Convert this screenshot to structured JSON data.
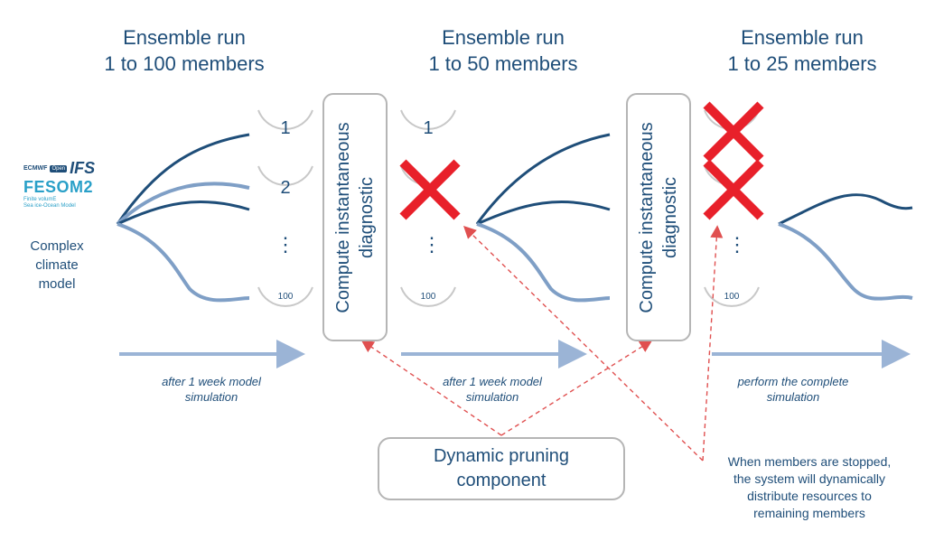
{
  "stages": [
    {
      "title_line1": "Ensemble run",
      "title_line2": "1 to 100 members",
      "caption_line1": "after 1 week model",
      "caption_line2": "simulation"
    },
    {
      "title_line1": "Ensemble run",
      "title_line2": "1 to 50 members",
      "caption_line1": "after 1 week model",
      "caption_line2": "simulation"
    },
    {
      "title_line1": "Ensemble run",
      "title_line2": "1 to 25 members",
      "caption_line1": "perform the complete",
      "caption_line2": "simulation"
    }
  ],
  "diagnostic": {
    "line1": "Compute instantaneous",
    "line2": "diagnostic"
  },
  "pruning": {
    "line1": "Dynamic pruning",
    "line2": "component"
  },
  "note": {
    "line1": "When members are stopped,",
    "line2": "the system will dynamically",
    "line3": "distribute resources to",
    "line4": "remaining members"
  },
  "members": {
    "m1": "1",
    "m2": "2",
    "dots": "⋮",
    "m100": "100"
  },
  "logos": {
    "ecmwf": "ECMWF",
    "openifs_open": "Open",
    "openifs_ifs": "IFS",
    "fesom": "FESOM2",
    "fesom_sub1": "Finite volumE",
    "fesom_sub2": "Sea ice-Ocean Model"
  },
  "model": {
    "line1": "Complex",
    "line2": "climate",
    "line3": "model"
  },
  "colors": {
    "dark_line": "#1f4e79",
    "light_line": "#7f9fc6",
    "arrow": "#9bb4d6",
    "cross": "#e8202a",
    "dashed": "#e05050"
  }
}
